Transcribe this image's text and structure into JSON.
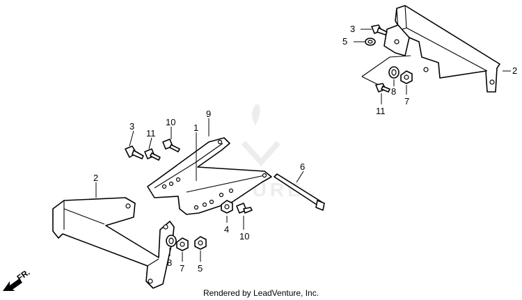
{
  "callouts": {
    "top_right": [
      "3",
      "5",
      "2",
      "8",
      "7",
      "11"
    ],
    "bracket_label": "2",
    "main": [
      "9",
      "1",
      "10",
      "3",
      "11",
      "6",
      "2",
      "4",
      "10",
      "8",
      "7",
      "5"
    ]
  },
  "labels": {
    "tr_3": "3",
    "tr_5": "5",
    "tr_2": "2",
    "tr_8": "8",
    "tr_7": "7",
    "tr_11": "11",
    "m_9": "9",
    "m_1": "1",
    "m_10a": "10",
    "m_3": "3",
    "m_11": "11",
    "m_6": "6",
    "m_2": "2",
    "m_4": "4",
    "m_10b": "10",
    "m_8": "8",
    "m_7": "7",
    "m_5": "5"
  },
  "front_indicator": "FR.",
  "credit": "Rendered by LeadVenture, Inc.",
  "watermark": "VENTURE",
  "colors": {
    "line": "#000000",
    "background": "#ffffff",
    "watermark": "#d8d8d8"
  }
}
